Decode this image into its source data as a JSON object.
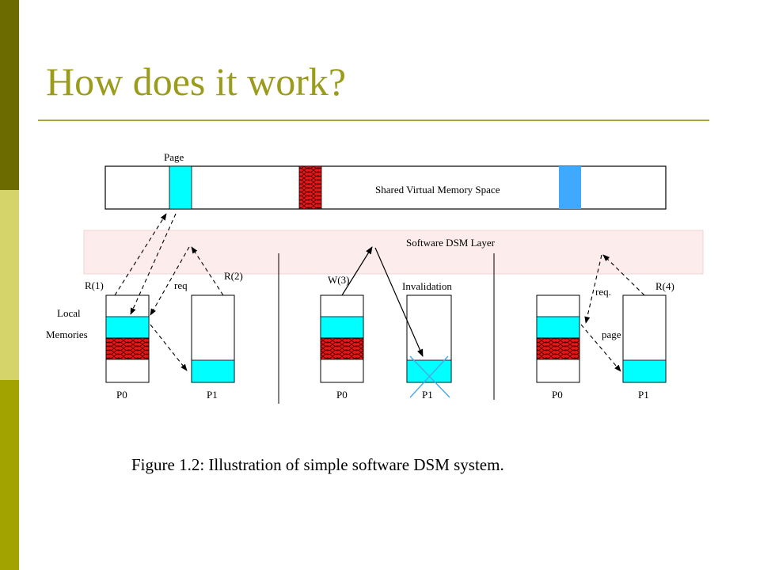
{
  "slide": {
    "title": "How does it work?"
  },
  "diagram": {
    "page_label": "Page",
    "shared_memory_label": "Shared Virtual Memory Space",
    "dsm_layer_label": "Software DSM Layer",
    "local_memories_line1": "Local",
    "local_memories_line2": "Memories",
    "panel1": {
      "op_left": "R(1)",
      "op_req": "req",
      "op_right": "R(2)",
      "proc_a": "P0",
      "proc_b": "P1"
    },
    "panel2": {
      "op_left": "W(3)",
      "op_invalidation": "Invalidation",
      "proc_a": "P0",
      "proc_b": "P1"
    },
    "panel3": {
      "op_req": "req.",
      "op_page": "page",
      "op_right": "R(4)",
      "proc_a": "P0",
      "proc_b": "P1"
    },
    "caption": "Figure 1.2: Illustration of simple software DSM system."
  },
  "colors": {
    "cyan_page": "#00ffff",
    "blue_page": "#3fa8ff",
    "red_page": "#e81818",
    "dsm_layer_fill": "#fcecec",
    "title_color": "#9b9b1c",
    "invalid_cross": "#4aa8e8"
  }
}
